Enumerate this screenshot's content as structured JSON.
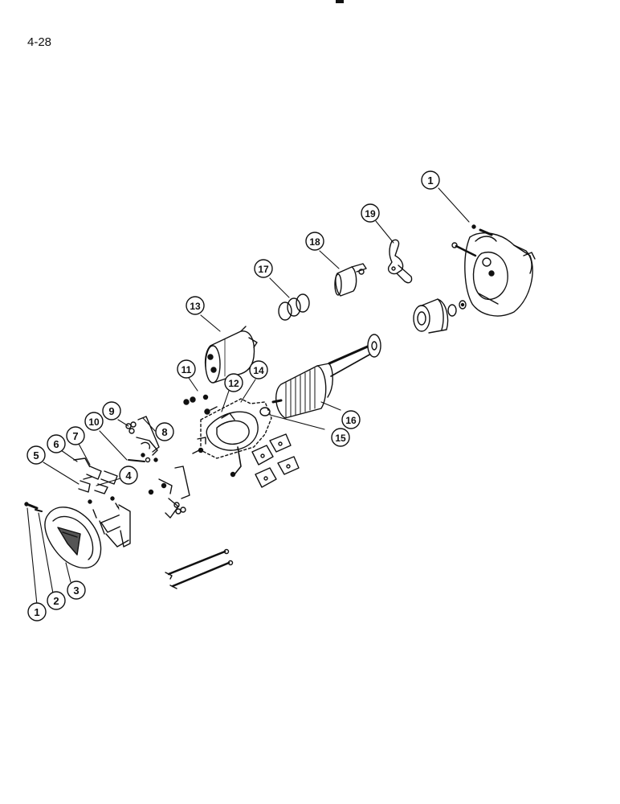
{
  "page": {
    "number": "4-28"
  },
  "callouts": [
    {
      "label": "1"
    },
    {
      "label": "19"
    },
    {
      "label": "18"
    },
    {
      "label": "17"
    },
    {
      "label": "13"
    },
    {
      "label": "11"
    },
    {
      "label": "12"
    },
    {
      "label": "14"
    },
    {
      "label": "16"
    },
    {
      "label": "15"
    },
    {
      "label": "9"
    },
    {
      "label": "10"
    },
    {
      "label": "8"
    },
    {
      "label": "7"
    },
    {
      "label": "6"
    },
    {
      "label": "5"
    },
    {
      "label": "4"
    },
    {
      "label": "3"
    },
    {
      "label": "2"
    },
    {
      "label": "1"
    }
  ],
  "colors": {
    "ink": "#111111",
    "paper": "#ffffff",
    "shade": "#555555"
  }
}
